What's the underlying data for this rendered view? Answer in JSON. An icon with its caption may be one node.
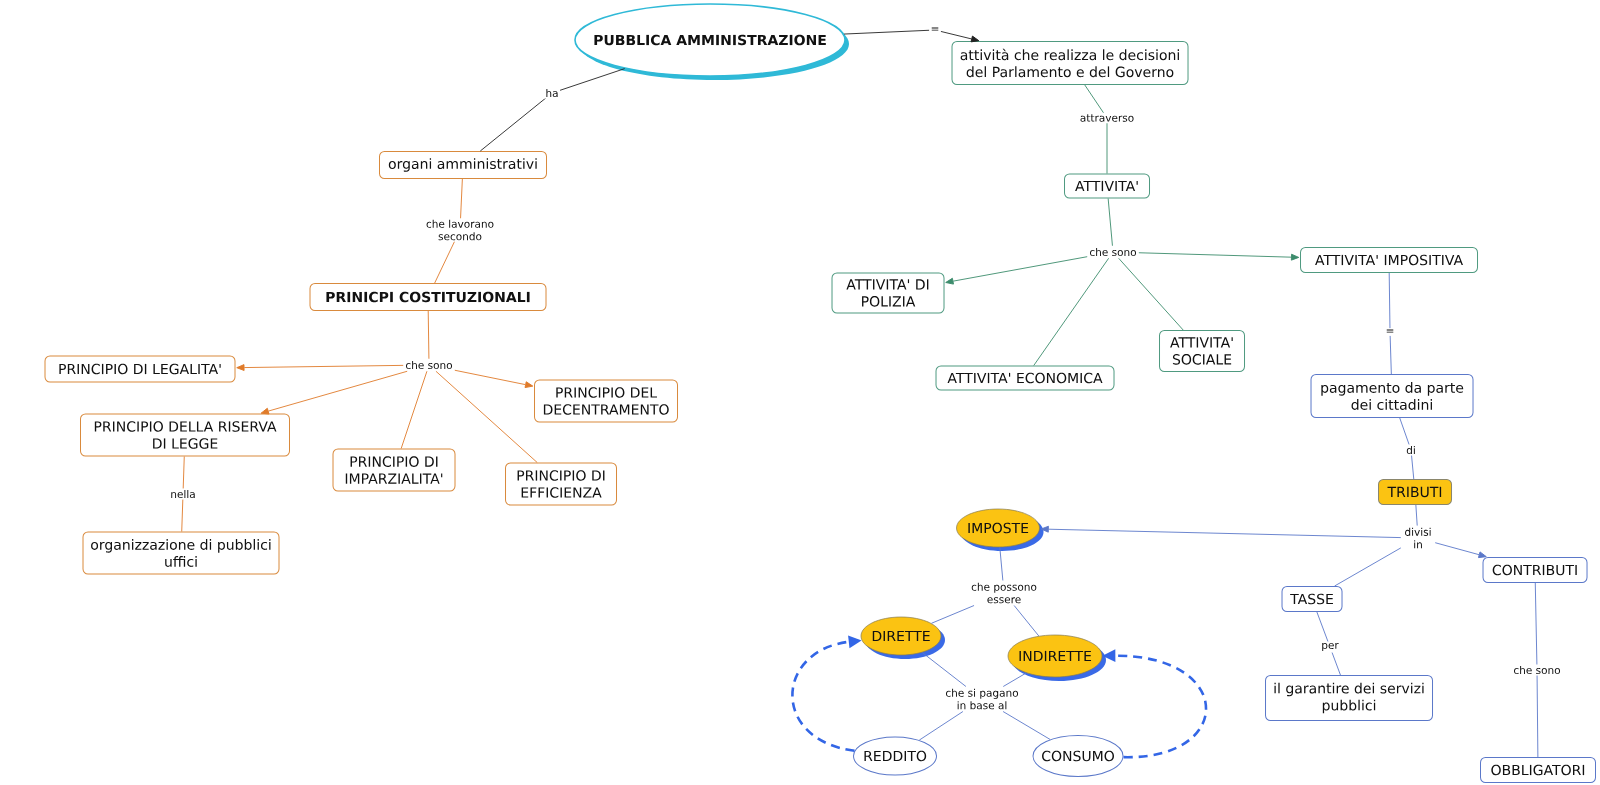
{
  "diagram": {
    "nodes": [
      {
        "text": [
          "PUBBLICA AMMINISTRAZIONE"
        ]
      },
      {
        "text": [
          "organi amministrativi"
        ]
      },
      {
        "text": [
          "PRINICPI COSTITUZIONALI"
        ]
      },
      {
        "text": [
          "che sono"
        ]
      },
      {
        "text": [
          "PRINCIPIO DI LEGALITA'"
        ]
      },
      {
        "text": [
          "PRINCIPIO DEL DECENTRAMENTO"
        ]
      },
      {
        "text": [
          "PRINCIPIO DELLA RISERVA DI LEGGE"
        ]
      },
      {
        "text": [
          "PRINCIPIO DI IMPARZIALITA'"
        ]
      },
      {
        "text": [
          "PRINCIPIO DI EFFICIENZA"
        ]
      },
      {
        "text": [
          "organizzazione di pubblici uffici"
        ]
      },
      {
        "text": [
          "attività che realizza le decisioni del Parlamento e del Governo"
        ]
      },
      {
        "text": [
          "ATTIVITA'"
        ]
      },
      {
        "text": [
          "che sono"
        ]
      },
      {
        "text": [
          "ATTIVITA' DI POLIZIA"
        ]
      },
      {
        "text": [
          "ATTIVITA' IMPOSITIVA"
        ]
      },
      {
        "text": [
          "ATTIVITA' SOCIALE"
        ]
      },
      {
        "text": [
          "ATTIVITA' ECONOMICA"
        ]
      },
      {
        "text": [
          "pagamento da parte dei cittadini"
        ]
      },
      {
        "text": [
          "TRIBUTI"
        ]
      },
      {
        "text": [
          "divisi in"
        ]
      },
      {
        "text": [
          "IMPOSTE"
        ]
      },
      {
        "text": [
          "CONTRIBUTI"
        ]
      },
      {
        "text": [
          "TASSE"
        ]
      },
      {
        "text": [
          "che possono essere"
        ]
      },
      {
        "text": [
          "DIRETTE"
        ]
      },
      {
        "text": [
          "INDIRETTE"
        ]
      },
      {
        "text": [
          "che si pagano in base al"
        ]
      },
      {
        "text": [
          "il garantire dei servizi pubblici"
        ]
      },
      {
        "text": [
          "REDDITO"
        ]
      },
      {
        "text": [
          "CONSUMO"
        ]
      },
      {
        "text": [
          "OBBLIGATORI"
        ]
      }
    ],
    "edges": [
      {
        "from": 0,
        "to": 1,
        "arrow": "none",
        "label": "ha",
        "color": "#222222"
      },
      {
        "from": 1,
        "to": 2,
        "arrow": "none",
        "label": "che lavorano secondo",
        "color": "#e07b2a"
      },
      {
        "from": 2,
        "to": 3,
        "arrow": "none",
        "color": "#e07b2a"
      },
      {
        "from": 3,
        "to": 4,
        "arrow": "to",
        "color": "#e07b2a"
      },
      {
        "from": 3,
        "to": 5,
        "arrow": "to",
        "color": "#e07b2a"
      },
      {
        "from": 3,
        "to": 6,
        "arrow": "to",
        "color": "#e07b2a"
      },
      {
        "from": 3,
        "to": 7,
        "arrow": "none",
        "color": "#e07b2a"
      },
      {
        "from": 3,
        "to": 8,
        "arrow": "none",
        "color": "#e07b2a"
      },
      {
        "from": 6,
        "to": 9,
        "arrow": "none",
        "label": "nella",
        "color": "#e07b2a"
      },
      {
        "from": 0,
        "to": 10,
        "arrow": "to",
        "label": "=",
        "color": "#222222"
      },
      {
        "from": 10,
        "to": 11,
        "arrow": "none",
        "label": "attraverso",
        "color": "#3c8c6c"
      },
      {
        "from": 11,
        "to": 12,
        "arrow": "none",
        "color": "#3c8c6c"
      },
      {
        "from": 12,
        "to": 13,
        "arrow": "to",
        "color": "#3c8c6c"
      },
      {
        "from": 12,
        "to": 14,
        "arrow": "to",
        "color": "#3c8c6c"
      },
      {
        "from": 12,
        "to": 15,
        "arrow": "none",
        "color": "#3c8c6c"
      },
      {
        "from": 12,
        "to": 16,
        "arrow": "none",
        "color": "#3c8c6c"
      },
      {
        "from": 14,
        "to": 17,
        "arrow": "none",
        "label": "="
      },
      {
        "from": 17,
        "to": 18,
        "arrow": "none",
        "label": "di"
      },
      {
        "from": 18,
        "to": 19,
        "arrow": "none"
      },
      {
        "from": 19,
        "to": 20,
        "arrow": "to"
      },
      {
        "from": 19,
        "to": 21,
        "arrow": "to"
      },
      {
        "from": 19,
        "to": 22,
        "arrow": "none"
      },
      {
        "from": 20,
        "to": 23,
        "arrow": "none"
      },
      {
        "from": 23,
        "to": 24,
        "arrow": "none"
      },
      {
        "from": 23,
        "to": 25,
        "arrow": "none"
      },
      {
        "from": 24,
        "to": 26,
        "arrow": "none"
      },
      {
        "from": 25,
        "to": 26,
        "arrow": "none"
      },
      {
        "from": 26,
        "to": 28,
        "arrow": "none"
      },
      {
        "from": 26,
        "to": 29,
        "arrow": "none"
      },
      {
        "from": 22,
        "to": 27,
        "arrow": "none",
        "label": "per"
      },
      {
        "from": 21,
        "to": 30,
        "arrow": "none",
        "label": "che sono"
      },
      {
        "from": 28,
        "to": 24,
        "arrow": "to",
        "style": "dashed",
        "color": "#3366e6"
      },
      {
        "from": 29,
        "to": 25,
        "arrow": "to",
        "style": "dashed",
        "color": "#3366e6"
      }
    ]
  }
}
